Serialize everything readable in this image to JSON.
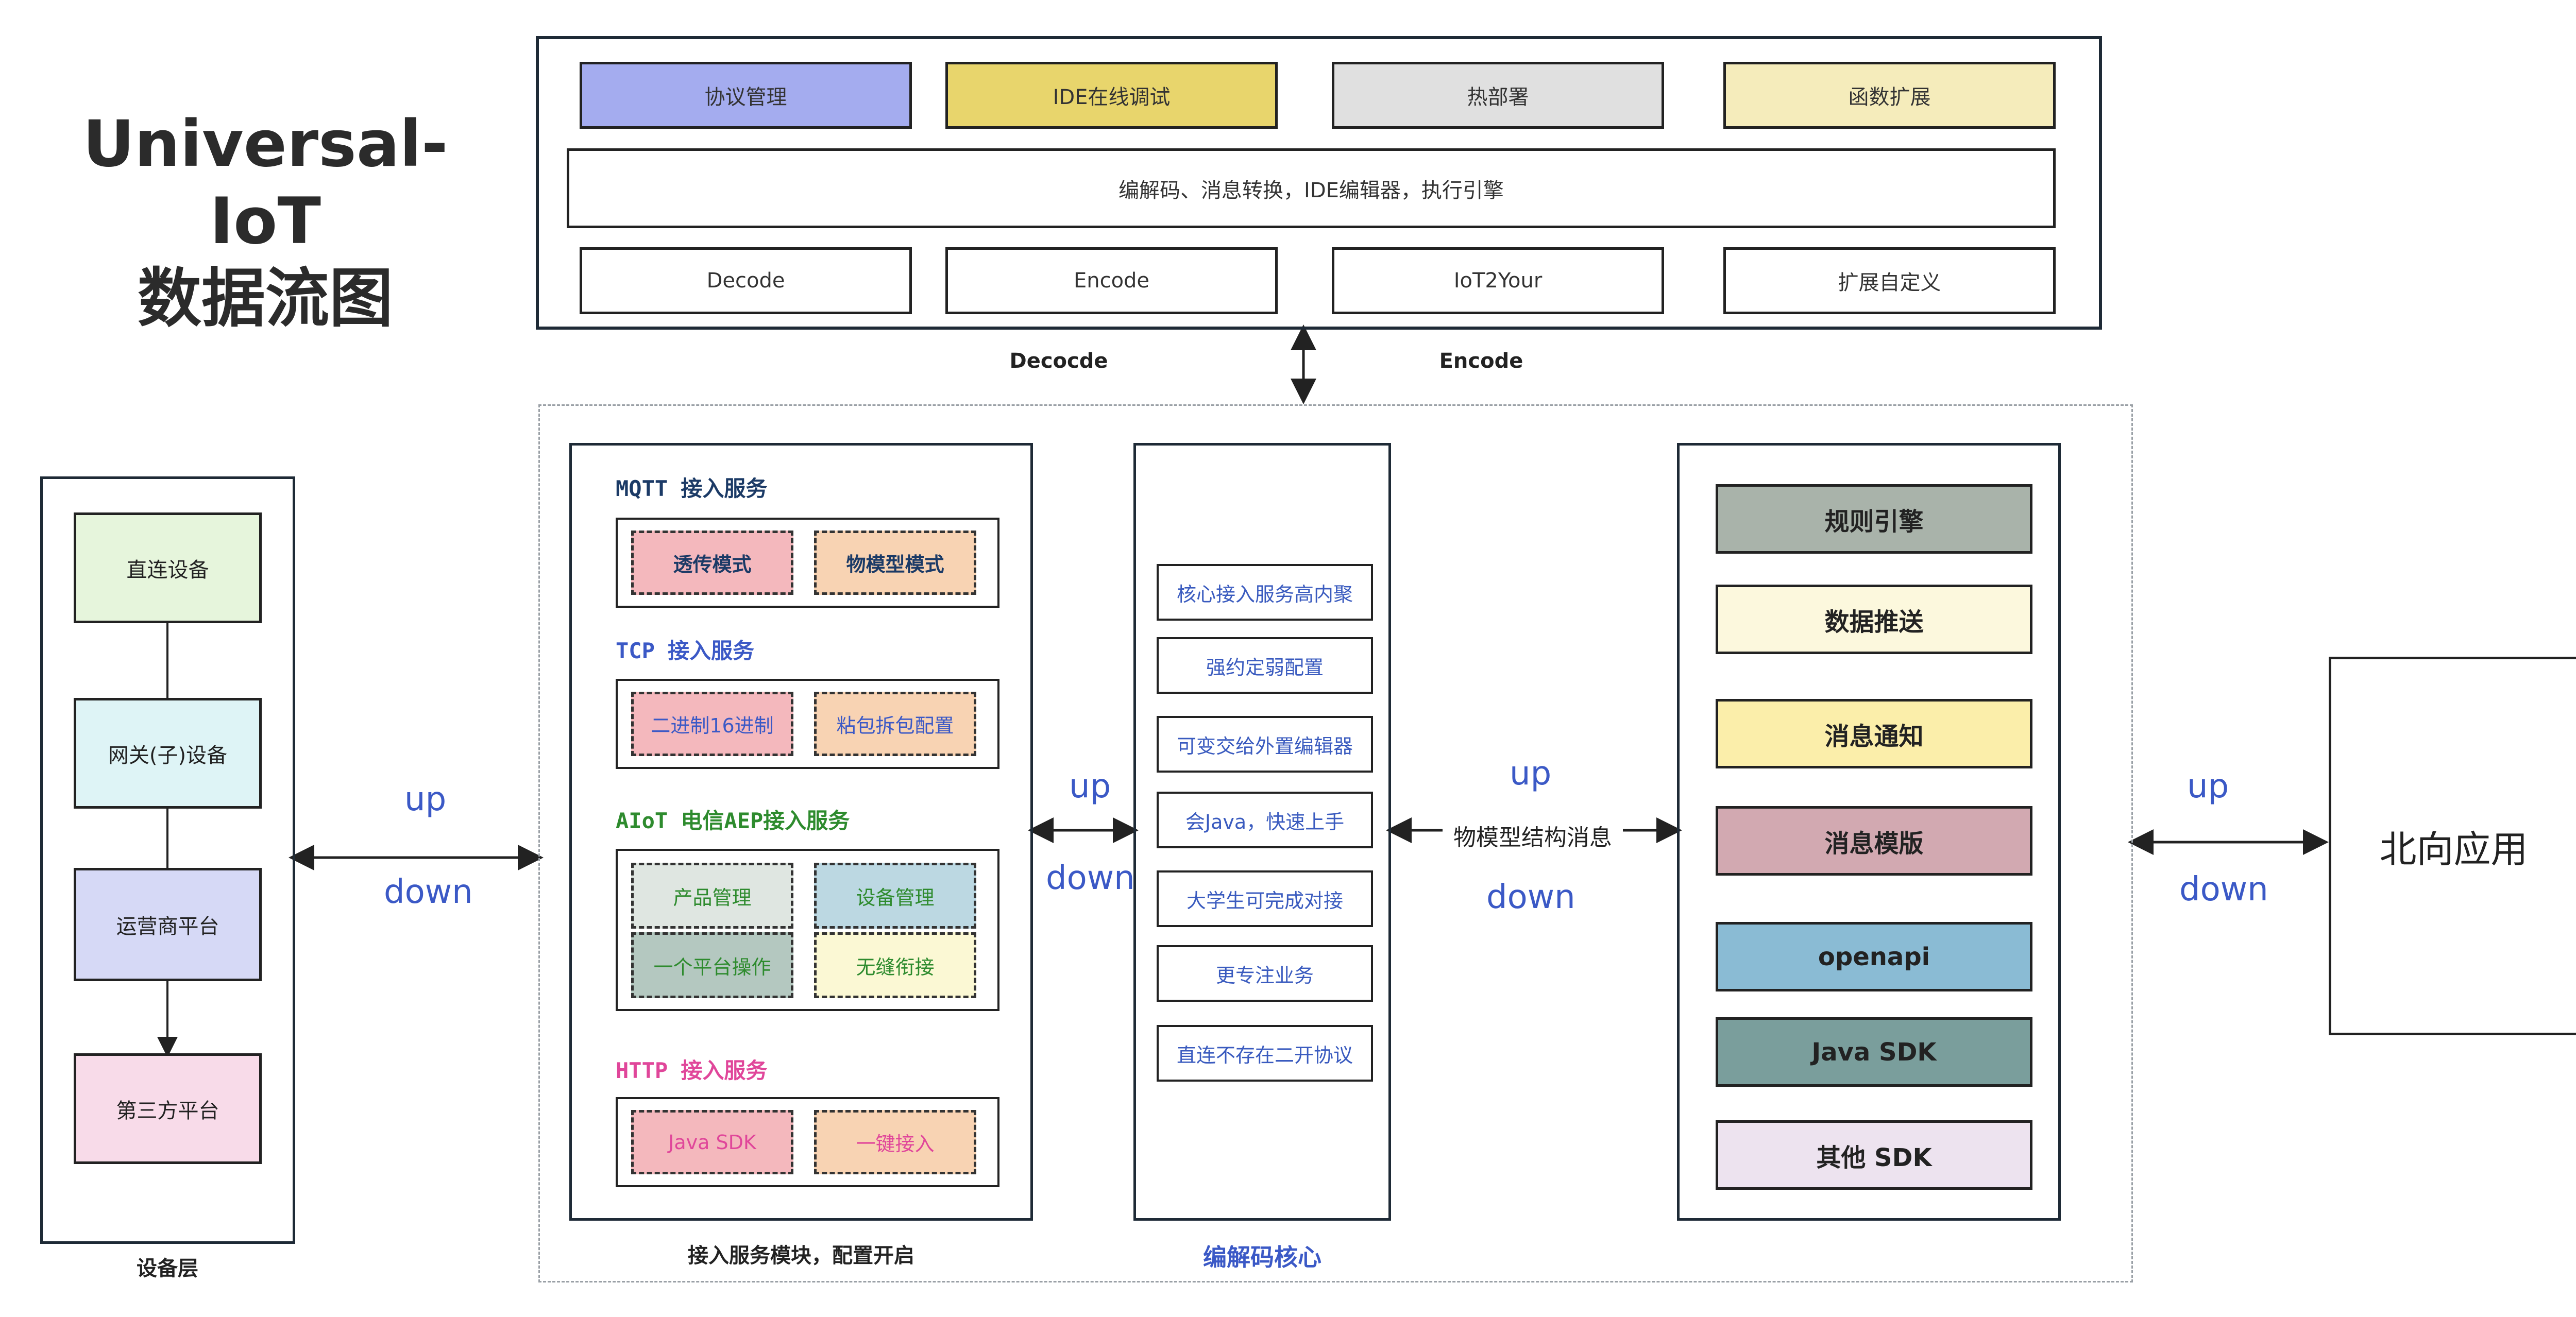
{
  "title": {
    "line1": "Universal-IoT",
    "line2": "数据流图"
  },
  "top": {
    "row1": [
      "协议管理",
      "IDE在线调试",
      "热部署",
      "函数扩展"
    ],
    "row1_colors": [
      "#a4acef",
      "#e8d56c",
      "#e0e0e0",
      "#f5ecbb"
    ],
    "wide": "编解码、消息转换，IDE编辑器，执行引擎",
    "row3": [
      "Decode",
      "Encode",
      "IoT2Your",
      "扩展自定义"
    ]
  },
  "top_link": {
    "left": "Decocde",
    "right": "Encode"
  },
  "device_layer": {
    "items": [
      "直连设备",
      "网关(子)设备",
      "运营商平台",
      "第三方平台"
    ],
    "colors": [
      "#e6f5dc",
      "#def4f6",
      "#d6d9f6",
      "#f8dbe9"
    ],
    "label": "设备层"
  },
  "link_device": {
    "up": "up",
    "down": "down"
  },
  "access": {
    "sections": [
      {
        "heading": "MQTT 接入服务",
        "color": "#1b3a66",
        "items": [
          "透传模式",
          "物模型模式"
        ]
      },
      {
        "heading": "TCP 接入服务",
        "color": "#3b59c6",
        "items": [
          "二进制16进制",
          "粘包拆包配置"
        ]
      },
      {
        "heading": "AIoT 电信AEP接入服务",
        "color": "#2e8b2e",
        "items": [
          "产品管理",
          "设备管理",
          "一个平台操作",
          "无缝衔接"
        ]
      },
      {
        "heading": "HTTP 接入服务",
        "color": "#e0469a",
        "items": [
          "Java SDK",
          "一键接入"
        ]
      }
    ],
    "label": "接入服务模块，配置开启"
  },
  "link_access": {
    "up": "up",
    "down": "down"
  },
  "core": {
    "items": [
      "核心接入服务高内聚",
      "强约定弱配置",
      "可变交给外置编辑器",
      "会Java，快速上手",
      "大学生可完成对接",
      "更专注业务",
      "直连不存在二开协议"
    ],
    "label": "编解码核心"
  },
  "link_core": {
    "up": "up",
    "center": "物模型结构消息",
    "down": "down"
  },
  "right": {
    "items": [
      "规则引擎",
      "数据推送",
      "消息通知",
      "消息模版",
      "openapi",
      "Java SDK",
      "其他 SDK"
    ],
    "colors": [
      "#a9b3aa",
      "#fcf8dd",
      "#fbeeaa",
      "#d2a9b1",
      "#8abbd4",
      "#7a9e9c",
      "#ede3ef"
    ]
  },
  "link_north": {
    "up": "up",
    "down": "down"
  },
  "north": {
    "label": "北向应用"
  }
}
